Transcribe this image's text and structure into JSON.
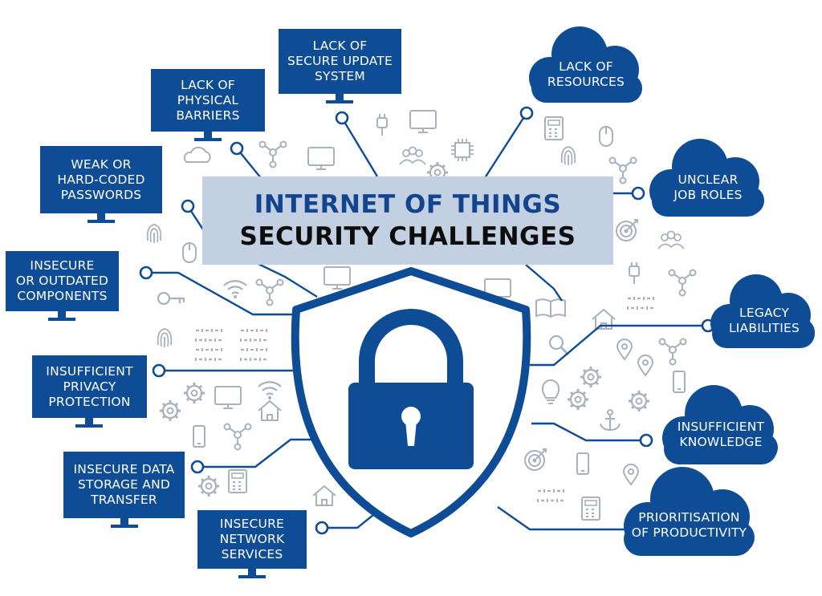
{
  "title": {
    "line1": "INTERNET OF THINGS",
    "line2": "SECURITY CHALLENGES"
  },
  "colors": {
    "primary": "#0e4d96",
    "title_blue": "#12448f",
    "panel": "#c3d0e1",
    "icon_gray": "#a8b1bd",
    "text_light": "#ffffff"
  },
  "nodes": {
    "physical_barriers": "LACK OF\nPHYSICAL\nBARRIERS",
    "secure_update": "LACK OF\nSECURE UPDATE\nSYSTEM",
    "weak_passwords": "WEAK OR\nHARD-CODED\nPASSWORDS",
    "insecure_components": "INSECURE\nOR OUTDATED\nCOMPONENTS",
    "privacy_protection": "INSUFFICIENT\nPRIVACY\nPROTECTION",
    "data_storage": "INSECURE DATA\nSTORAGE AND\nTRANSFER",
    "network_services": "INSECURE\nNETWORK\nSERVICES",
    "lack_resources": "LACK OF\nRESOURCES",
    "job_roles": "UNCLEAR\nJOB ROLES",
    "legacy": "LEGACY\nLIABILITIES",
    "knowledge": "INSUFFICIENT\nKNOWLEDGE",
    "productivity": "PRIORITISATION\nOF PRODUCTIVITY"
  },
  "icons": {
    "shield": "shield-icon",
    "padlock": "padlock-icon",
    "monitor": "monitor-icon",
    "cloud": "cloud-icon"
  }
}
